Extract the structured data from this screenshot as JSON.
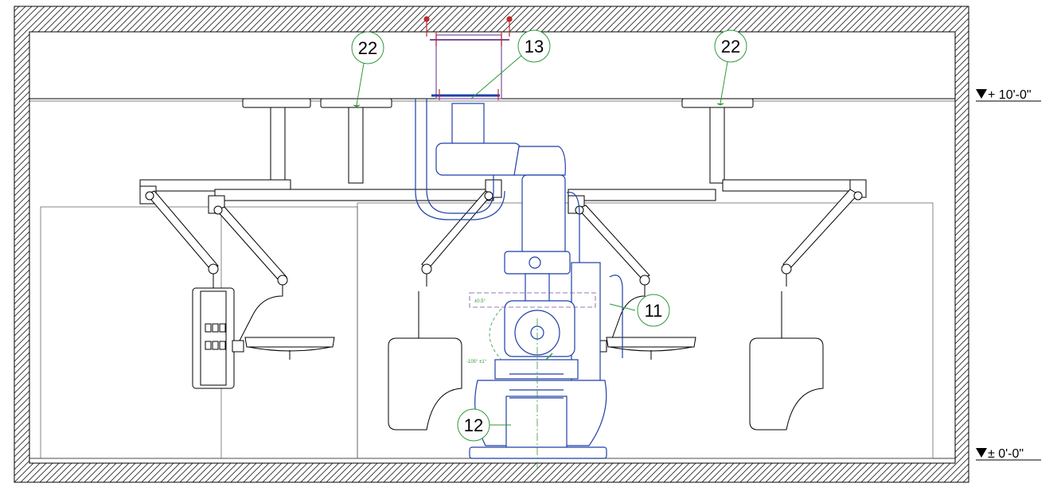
{
  "colors": {
    "wall": "#000000",
    "equipment": "#1f3fa8",
    "callout": "#2e9a3a",
    "mount": "#c0282e",
    "frame": "#7a4fa0"
  },
  "callouts": [
    {
      "id": "callout-22-left",
      "label": "22"
    },
    {
      "id": "callout-13",
      "label": "13"
    },
    {
      "id": "callout-22-right",
      "label": "22"
    },
    {
      "id": "callout-11",
      "label": "11"
    },
    {
      "id": "callout-12",
      "label": "12"
    }
  ],
  "elevations": {
    "ceiling": {
      "label": "+ 10'-0\""
    },
    "floor": {
      "label": "± 0'-0\""
    }
  },
  "dimensions": {
    "arc": {
      "label": "-105° ±1°"
    },
    "frame": {
      "label": "±0.5°"
    }
  }
}
